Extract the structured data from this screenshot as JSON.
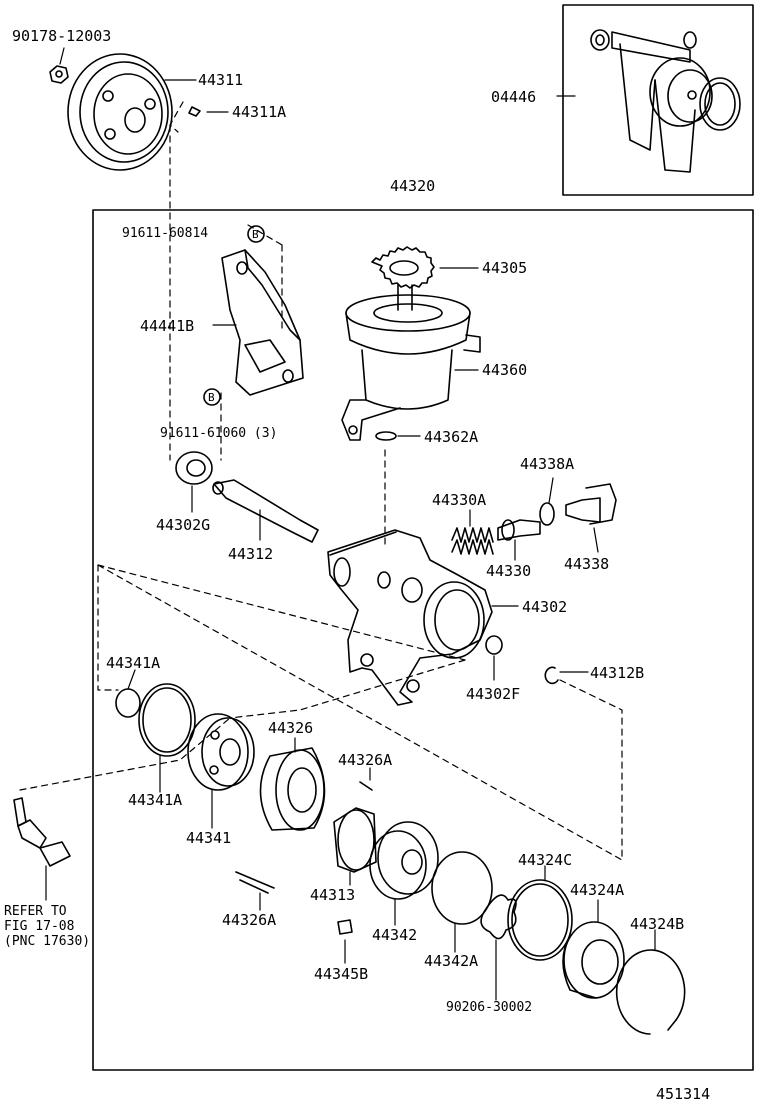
{
  "diagram_number": "451314",
  "labels": {
    "nut_90178_12003": "90178-12003",
    "pulley_44311": "44311",
    "key_44311A": "44311A",
    "kit_04446": "04446",
    "assy_44320": "44320",
    "bolt_91611_60814": "91611-60814",
    "bracket_44441B": "44441B",
    "bolt_91611_61060": "91611-61060 (3)",
    "cap_44305": "44305",
    "reservoir_44360": "44360",
    "oring_44362A": "44362A",
    "oring_44338A": "44338A",
    "spring_44330A": "44330A",
    "valve_44330": "44330",
    "union_44338": "44338",
    "seal_44302G": "44302G",
    "shaft_44312": "44312",
    "housing_44302": "44302",
    "plug_44302F": "44302F",
    "ring_44312B": "44312B",
    "oring_44341A_top": "44341A",
    "oring_44341A_bottom": "44341A",
    "plate_44341": "44341",
    "cam_ring_44326": "44326",
    "pin_44326A_top": "44326A",
    "pin_44326A_bottom": "44326A",
    "rotor_44313": "44313",
    "plate_44342": "44342",
    "oring_44342A": "44342A",
    "seal_90206_30002": "90206-30002",
    "oring_44324C": "44324C",
    "cover_44324A": "44324A",
    "snap_ring_44324B": "44324B",
    "vane_44345B": "44345B",
    "refer_line1": "REFER TO",
    "refer_line2": "FIG 17-08",
    "refer_line3": "(PNC 17630)",
    "callout_b_top": "B",
    "callout_b_bottom": "B"
  }
}
